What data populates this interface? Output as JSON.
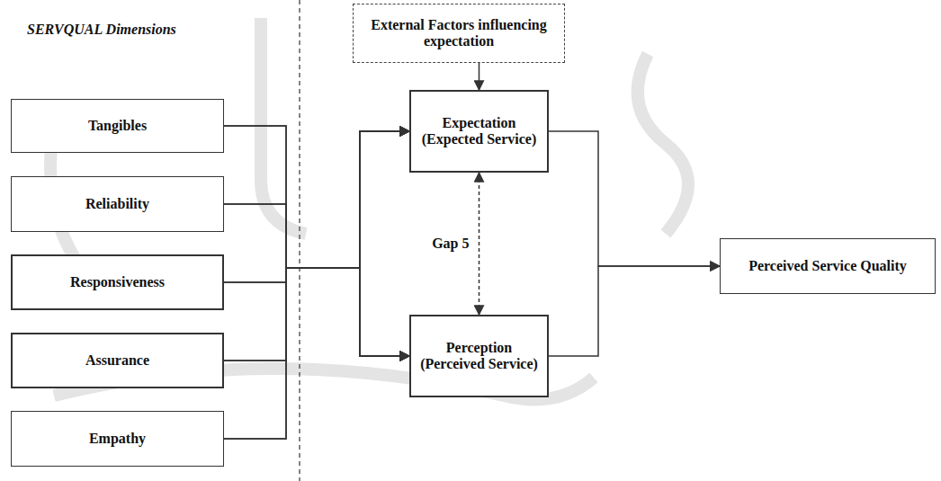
{
  "diagram": {
    "nodes": [
      {
        "text": [
          "Tangibles"
        ]
      },
      {
        "text": [
          "Reliability"
        ]
      },
      {
        "text": [
          "Responsiveness"
        ]
      },
      {
        "text": [
          "Assurance"
        ]
      },
      {
        "text": [
          "Empathy"
        ]
      },
      {
        "text": [
          "External Factors influencing expectation"
        ]
      },
      {
        "text": [
          "Expectation (Expected Service)"
        ]
      },
      {
        "text": [
          "Perception (Perceived Service)"
        ]
      },
      {
        "text": [
          "Perceived Service Quality"
        ]
      }
    ],
    "edges": [
      {
        "from": 0,
        "to": 6,
        "arrow": "to"
      },
      {
        "from": 0,
        "to": 7,
        "arrow": "to"
      },
      {
        "from": 1,
        "to": 6,
        "arrow": "to"
      },
      {
        "from": 1,
        "to": 7,
        "arrow": "to"
      },
      {
        "from": 2,
        "to": 6,
        "arrow": "to"
      },
      {
        "from": 2,
        "to": 7,
        "arrow": "to"
      },
      {
        "from": 3,
        "to": 6,
        "arrow": "to"
      },
      {
        "from": 3,
        "to": 7,
        "arrow": "to"
      },
      {
        "from": 4,
        "to": 6,
        "arrow": "to"
      },
      {
        "from": 4,
        "to": 7,
        "arrow": "to"
      },
      {
        "from": 5,
        "to": 6,
        "arrow": "to"
      },
      {
        "from": 6,
        "to": 7,
        "label": "Gap 5",
        "arrow": "both"
      },
      {
        "from": 6,
        "to": 8,
        "arrow": "to"
      },
      {
        "from": 7,
        "to": 8,
        "arrow": "to"
      }
    ],
    "labels": [
      "SERVQUAL Dimensions"
    ]
  }
}
